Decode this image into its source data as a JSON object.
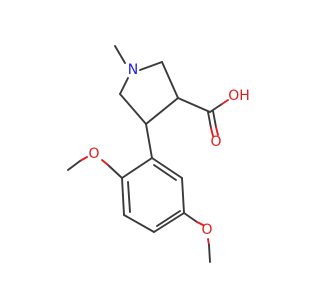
{
  "molecule": {
    "atoms": {
      "n1": "N",
      "o_carbonyl": "O",
      "o_hydroxyl": "OH",
      "o_methoxy_2": "O",
      "o_methoxy_5": "O"
    }
  },
  "colors": {
    "bond": "#3a3a3a",
    "nitrogen": "#2020e0",
    "oxygen": "#e02020",
    "background": "#ffffff"
  }
}
